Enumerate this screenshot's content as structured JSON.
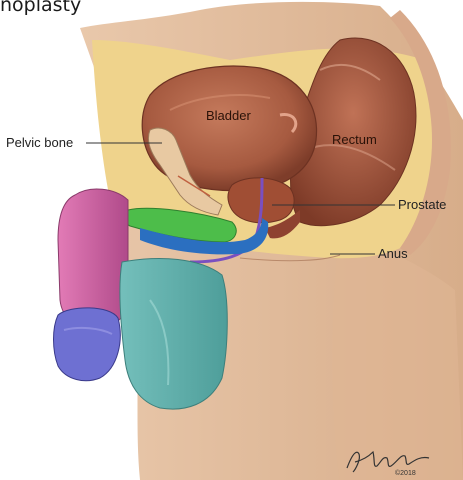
{
  "title_fragment": "noplasty",
  "labels": {
    "pelvic_bone": "Pelvic bone",
    "bladder": "Bladder",
    "rectum": "Rectum",
    "prostate": "Prostate",
    "anus": "Anus"
  },
  "signature": "Hillary Wilson © 2018",
  "colors": {
    "skin": "#e9c7a8",
    "skin_shadow": "#caa07c",
    "fat": "#f0d68a",
    "organ": "#a85a40",
    "organ_dark": "#7a3a28",
    "bone": "#e7c9a3",
    "penis_shaft": "#d05fa0",
    "glans": "#6e6fd0",
    "scrotum": "#62b1ad",
    "green_tissue": "#4fbf4b",
    "blue_tissue": "#2a6fc0"
  }
}
